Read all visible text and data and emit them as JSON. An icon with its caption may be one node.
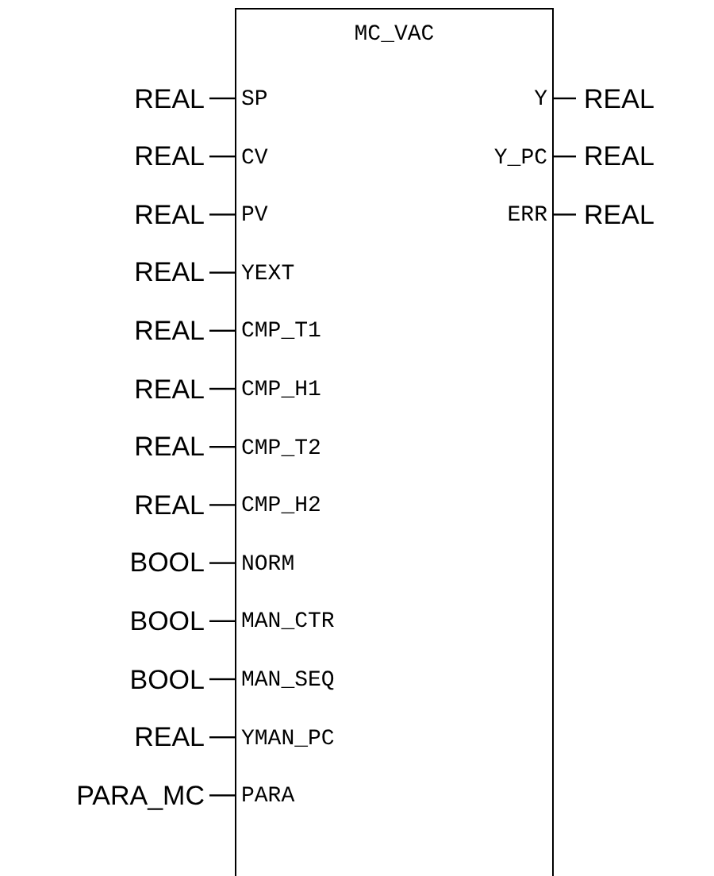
{
  "diagram": {
    "nodes": [
      {
        "text": [
          "MC_VAC"
        ]
      },
      {
        "text": [
          "SP"
        ],
        "in": 0
      },
      {
        "text": [
          "CV"
        ],
        "in": 0
      },
      {
        "text": [
          "PV"
        ],
        "in": 0
      },
      {
        "text": [
          "YEXT"
        ],
        "in": 0
      },
      {
        "text": [
          "CMP_T1"
        ],
        "in": 0
      },
      {
        "text": [
          "CMP_H1"
        ],
        "in": 0
      },
      {
        "text": [
          "CMP_T2"
        ],
        "in": 0
      },
      {
        "text": [
          "CMP_H2"
        ],
        "in": 0
      },
      {
        "text": [
          "NORM"
        ],
        "in": 0
      },
      {
        "text": [
          "MAN_CTR"
        ],
        "in": 0
      },
      {
        "text": [
          "MAN_SEQ"
        ],
        "in": 0
      },
      {
        "text": [
          "YMAN_PC"
        ],
        "in": 0
      },
      {
        "text": [
          "PARA"
        ],
        "in": 0
      },
      {
        "text": [
          "Y"
        ],
        "in": 0
      },
      {
        "text": [
          "Y_PC"
        ],
        "in": 0
      },
      {
        "text": [
          "ERR"
        ],
        "in": 0
      },
      {
        "text": [
          "REAL"
        ]
      },
      {
        "text": [
          "REAL"
        ]
      },
      {
        "text": [
          "REAL"
        ]
      },
      {
        "text": [
          "REAL"
        ]
      },
      {
        "text": [
          "REAL"
        ]
      },
      {
        "text": [
          "REAL"
        ]
      },
      {
        "text": [
          "REAL"
        ]
      },
      {
        "text": [
          "REAL"
        ]
      },
      {
        "text": [
          "BOOL"
        ]
      },
      {
        "text": [
          "BOOL"
        ]
      },
      {
        "text": [
          "BOOL"
        ]
      },
      {
        "text": [
          "REAL"
        ]
      },
      {
        "text": [
          "PARA_MC"
        ]
      },
      {
        "text": [
          "REAL"
        ]
      },
      {
        "text": [
          "REAL"
        ]
      },
      {
        "text": [
          "REAL"
        ]
      }
    ],
    "edges": [
      {
        "from": 17,
        "to": 1,
        "arrow": "none"
      },
      {
        "from": 18,
        "to": 2,
        "arrow": "none"
      },
      {
        "from": 19,
        "to": 3,
        "arrow": "none"
      },
      {
        "from": 20,
        "to": 4,
        "arrow": "none"
      },
      {
        "from": 21,
        "to": 5,
        "arrow": "none"
      },
      {
        "from": 22,
        "to": 6,
        "arrow": "none"
      },
      {
        "from": 23,
        "to": 7,
        "arrow": "none"
      },
      {
        "from": 24,
        "to": 8,
        "arrow": "none"
      },
      {
        "from": 25,
        "to": 9,
        "arrow": "none"
      },
      {
        "from": 26,
        "to": 10,
        "arrow": "none"
      },
      {
        "from": 27,
        "to": 11,
        "arrow": "none"
      },
      {
        "from": 28,
        "to": 12,
        "arrow": "none"
      },
      {
        "from": 29,
        "to": 13,
        "arrow": "none"
      },
      {
        "from": 14,
        "to": 30,
        "arrow": "none"
      },
      {
        "from": 15,
        "to": 31,
        "arrow": "none"
      },
      {
        "from": 16,
        "to": 32,
        "arrow": "none"
      }
    ]
  }
}
